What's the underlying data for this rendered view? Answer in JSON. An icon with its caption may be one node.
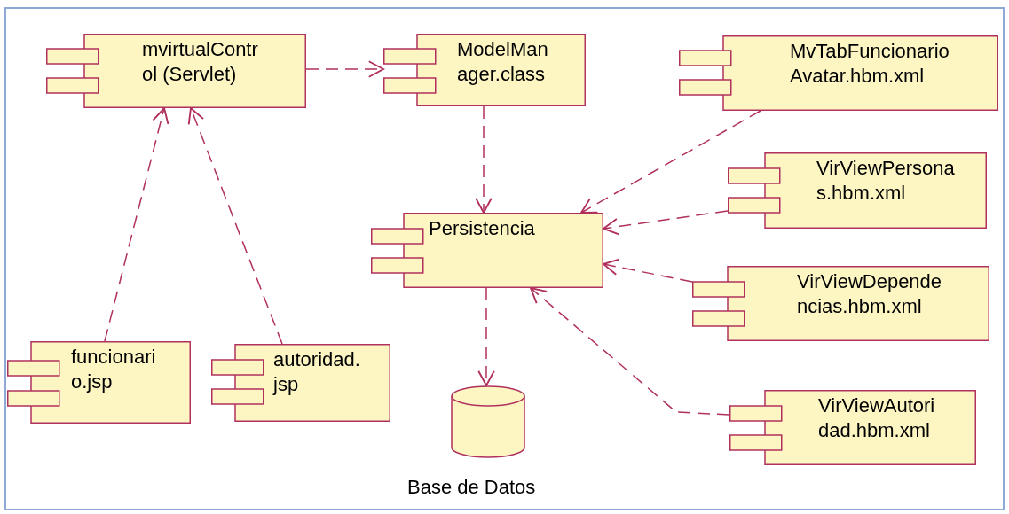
{
  "diagram": {
    "nodes": [
      {
        "text": [
          "mvirtualControl (Servlet)"
        ]
      },
      {
        "text": [
          "ModelManager.class"
        ]
      },
      {
        "text": [
          "MvTabFuncionarioAvatar.hbm.xml"
        ]
      },
      {
        "text": [
          "VirViewPersonas.hbm.xml"
        ]
      },
      {
        "text": [
          "Persistencia"
        ]
      },
      {
        "text": [
          "VirViewDependencias.hbm.xml"
        ]
      },
      {
        "text": [
          "funcionario.jsp"
        ]
      },
      {
        "text": [
          "autoridad.jsp"
        ]
      },
      {
        "text": [],
        "shape": "cylinder",
        "beside": [
          "Base de Datos"
        ]
      },
      {
        "text": [
          "VirViewAutoridad.hbm.xml"
        ]
      }
    ],
    "edges": [
      {
        "from": 0,
        "to": 1,
        "arrow": "to",
        "style": "dashed"
      },
      {
        "from": 1,
        "to": 4,
        "arrow": "to",
        "style": "dashed"
      },
      {
        "from": 2,
        "to": 4,
        "arrow": "to",
        "style": "dashed"
      },
      {
        "from": 3,
        "to": 4,
        "arrow": "to",
        "style": "dashed"
      },
      {
        "from": 5,
        "to": 4,
        "arrow": "to",
        "style": "dashed"
      },
      {
        "from": 9,
        "to": 4,
        "arrow": "to",
        "style": "dashed"
      },
      {
        "from": 6,
        "to": 0,
        "arrow": "to",
        "style": "dashed"
      },
      {
        "from": 7,
        "to": 0,
        "arrow": "to",
        "style": "dashed"
      },
      {
        "from": 4,
        "to": 8,
        "arrow": "to",
        "style": "dashed"
      }
    ]
  }
}
